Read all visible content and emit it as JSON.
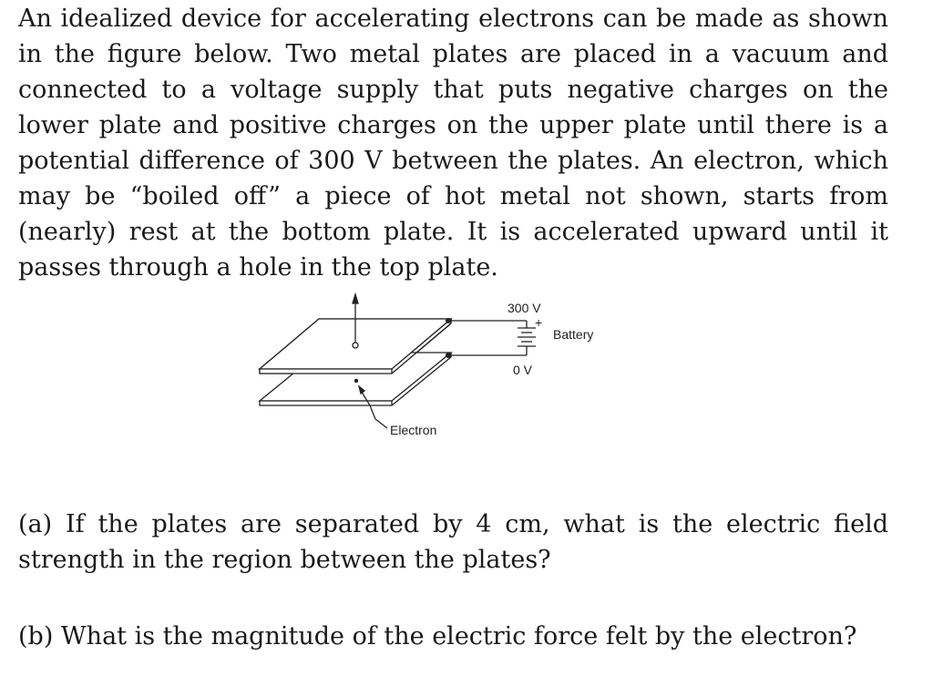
{
  "problem": {
    "intro": "An idealized device for accelerating electrons can be made as shown in the figure below. Two metal plates are placed in a vacuum and connected to a voltage supply that puts negative charges on the lower plate and positive charges on the upper plate until there is a potential difference of 300 V between the plates. An electron, which may be “boiled off” a piece of hot metal not shown, starts from (nearly) rest at the bottom plate. It is accelerated upward until it passes through a hole in the top plate.",
    "question_a": "(a) If the plates are separated by 4 cm, what is the electric field strength in the region between the plates?",
    "question_b": "(b) What is the magnitude of the electric force felt by the electron?"
  },
  "figure": {
    "top_voltage_label": "300 V",
    "bottom_voltage_label": "0 V",
    "battery_label": "Battery",
    "electron_label": "Electron",
    "plus_sign": "+"
  }
}
